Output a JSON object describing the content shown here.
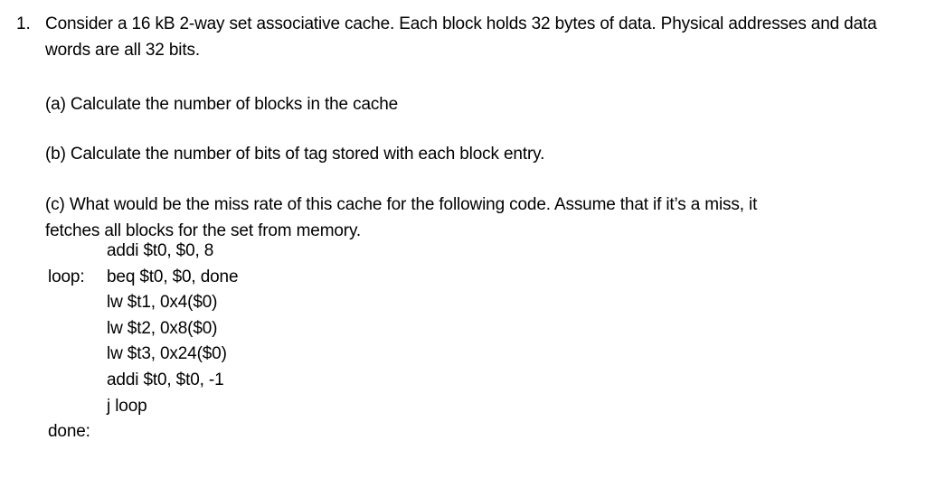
{
  "document": {
    "background_color": "#ffffff",
    "text_color": "#000000",
    "question": {
      "number": "1.",
      "prompt": "Consider a 16 kB 2-way set associative cache. Each block holds 32 bytes of data. Physical addresses and data words are all 32 bits."
    },
    "subparts": [
      {
        "id": "a",
        "text": "(a) Calculate the number of blocks in the cache"
      },
      {
        "id": "b",
        "text": "(b) Calculate the number of bits of tag stored with each block entry."
      },
      {
        "id": "c",
        "line1": "(c) What would be the miss rate of this cache for the following code. Assume that if it’s a miss, it",
        "line2": "fetches all blocks for the set from memory."
      }
    ],
    "code": {
      "language": "MIPS assembly",
      "lines": [
        {
          "label": "",
          "instruction": "addi $t0, $0, 8"
        },
        {
          "label": "loop:",
          "instruction": "beq $t0, $0, done"
        },
        {
          "label": "",
          "instruction": "lw $t1, 0x4($0)"
        },
        {
          "label": "",
          "instruction": "lw $t2, 0x8($0)"
        },
        {
          "label": "",
          "instruction": "lw $t3, 0x24($0)"
        },
        {
          "label": "",
          "instruction": "addi $t0, $t0, -1"
        },
        {
          "label": "",
          "instruction": "j loop"
        },
        {
          "label": "done:",
          "instruction": ""
        }
      ]
    }
  }
}
